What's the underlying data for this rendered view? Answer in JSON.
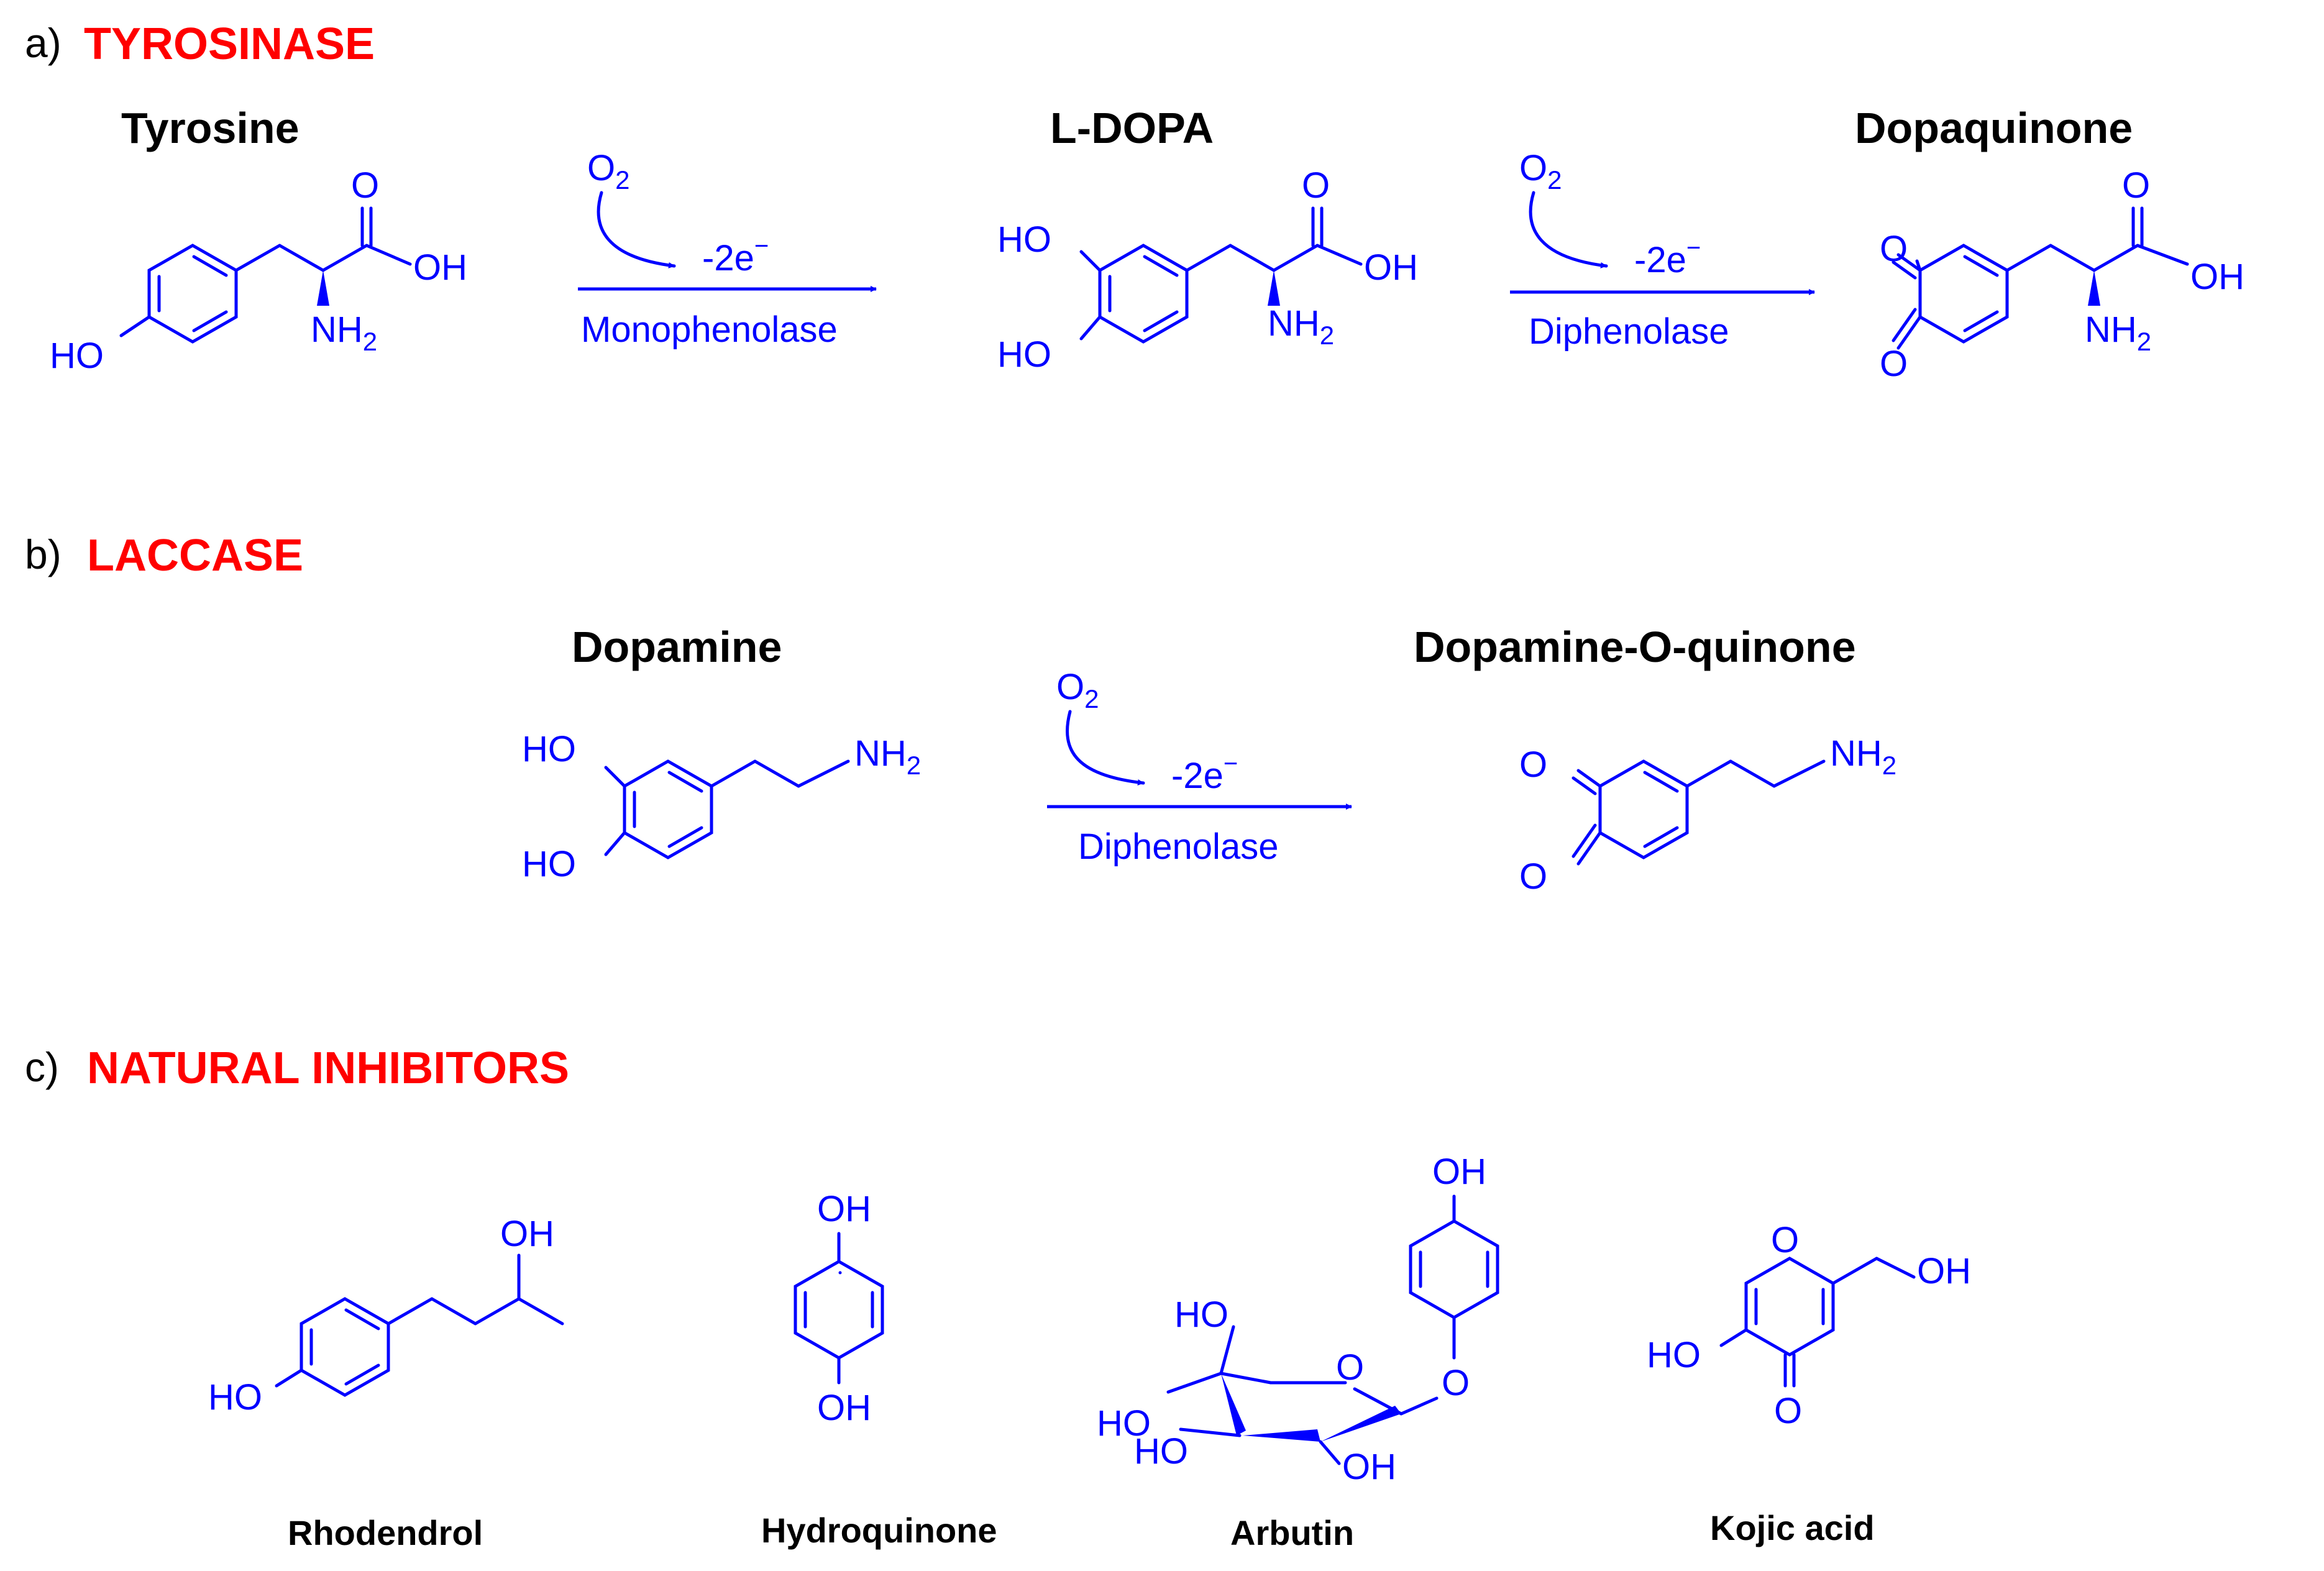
{
  "colors": {
    "structure": "#0000ff",
    "section_title": "#ff0000",
    "text": "#000000"
  },
  "sections": {
    "a": {
      "letter": "a)",
      "title": "TYROSINASE",
      "compounds": {
        "tyrosine": "Tyrosine",
        "ldopa": "L-DOPA",
        "dopaquinone": "Dopaquinone"
      },
      "arrow1": {
        "reagent": "O",
        "reagent_sub": "2",
        "electrons": "-2e",
        "electrons_sup": "−",
        "enzyme": "Monophenolase"
      },
      "arrow2": {
        "reagent": "O",
        "reagent_sub": "2",
        "electrons": "-2e",
        "electrons_sup": "−",
        "enzyme": "Diphenolase"
      }
    },
    "b": {
      "letter": "b)",
      "title": "LACCASE",
      "compounds": {
        "dopamine": "Dopamine",
        "quinone": "Dopamine-O-quinone"
      },
      "arrow": {
        "reagent": "O",
        "reagent_sub": "2",
        "electrons": "-2e",
        "electrons_sup": "−",
        "enzyme": "Diphenolase"
      }
    },
    "c": {
      "letter": "c)",
      "title": "NATURAL INHIBITORS",
      "compounds": {
        "rhodendrol": "Rhodendrol",
        "hydroquinone": "Hydroquinone",
        "arbutin": "Arbutin",
        "kojic": "Kojic acid"
      }
    }
  },
  "atoms": {
    "ho": "HO",
    "oh": "OH",
    "o": "O",
    "nh": "NH",
    "nh_sub": "2"
  }
}
